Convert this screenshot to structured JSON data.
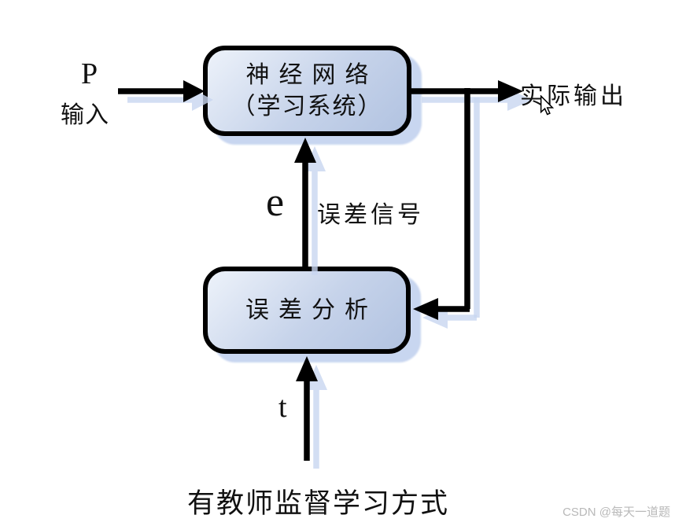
{
  "diagram": {
    "caption": "有教师监督学习方式",
    "nodes": {
      "network": {
        "line1": "神经网络",
        "line2": "（学习系统）"
      },
      "error_analysis": {
        "label": "误差分析"
      }
    },
    "labels": {
      "input_symbol": "P",
      "input_text": "输入",
      "actual_output": "实际输出",
      "error_symbol": "e",
      "error_signal": "误差信号",
      "target_symbol": "t"
    },
    "colors": {
      "box_fill_top": "#edf2fa",
      "box_fill_bottom": "#b2c3e1",
      "box_border": "#000000",
      "line": "#000000",
      "shadow": "#c8d6f0",
      "watermark": "#b9b9b9"
    }
  },
  "watermark": {
    "text": "CSDN @每天一道题"
  }
}
